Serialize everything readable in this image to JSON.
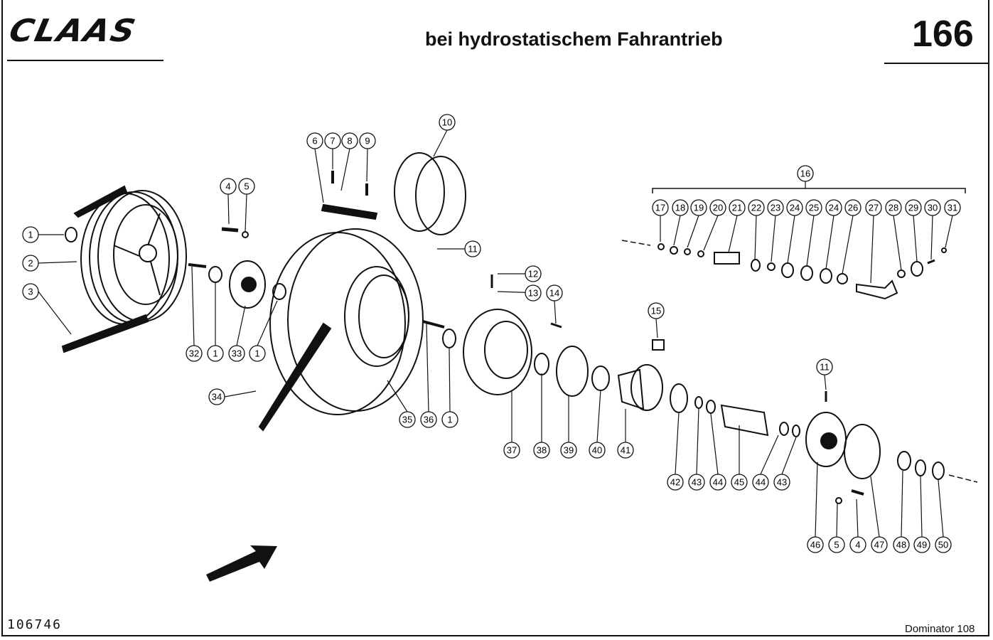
{
  "header": {
    "logo": "CLAAS",
    "title": "bei hydrostatischem Fahrantrieb",
    "page_number": "166"
  },
  "footer": {
    "document_number": "106746",
    "model": "Dominator 108"
  },
  "callouts": [
    "1",
    "2",
    "3",
    "32",
    "1",
    "33",
    "1",
    "4",
    "5",
    "6",
    "7",
    "8",
    "9",
    "10",
    "11",
    "12",
    "13",
    "14",
    "34",
    "35",
    "36",
    "1",
    "37",
    "38",
    "39",
    "40",
    "41",
    "15",
    "16",
    "17",
    "18",
    "19",
    "20",
    "21",
    "22",
    "23",
    "24",
    "25",
    "24",
    "26",
    "27",
    "28",
    "29",
    "30",
    "31",
    "11",
    "42",
    "43",
    "44",
    "45",
    "44",
    "43",
    "46",
    "5",
    "4",
    "47",
    "48",
    "49",
    "50"
  ]
}
